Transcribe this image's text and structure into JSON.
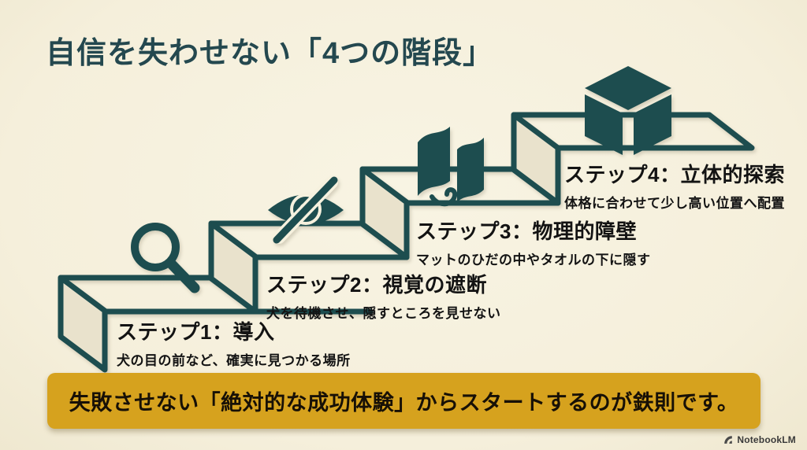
{
  "title": "自信を失わせない「4つの階段」",
  "steps": [
    {
      "title": "ステップ1：導入",
      "subtitle": "犬の目の前など、確実に見つかる場所",
      "icon": "magnifier-icon"
    },
    {
      "title": "ステップ2：視覚の遮断",
      "subtitle": "犬を待機させ、隠すところを見せない",
      "icon": "eye-off-icon"
    },
    {
      "title": "ステップ3：物理的障壁",
      "subtitle": "マットのひだの中やタオルの下に隠す",
      "icon": "fabric-icon"
    },
    {
      "title": "ステップ4：立体的探索",
      "subtitle": "体格に合わせて少し高い位置へ配置",
      "icon": "cube-icon"
    }
  ],
  "banner": {
    "text": "失敗させない「絶対的な成功体験」からスタートするのが鉄則です。"
  },
  "footer": {
    "brand": "NotebookLM"
  },
  "colors": {
    "background": "#f5efdb",
    "accent_teal": "#1d4d4f",
    "panel_beige": "#e9e2cc",
    "banner_gold": "#d6a21e",
    "text_black": "#131313"
  }
}
